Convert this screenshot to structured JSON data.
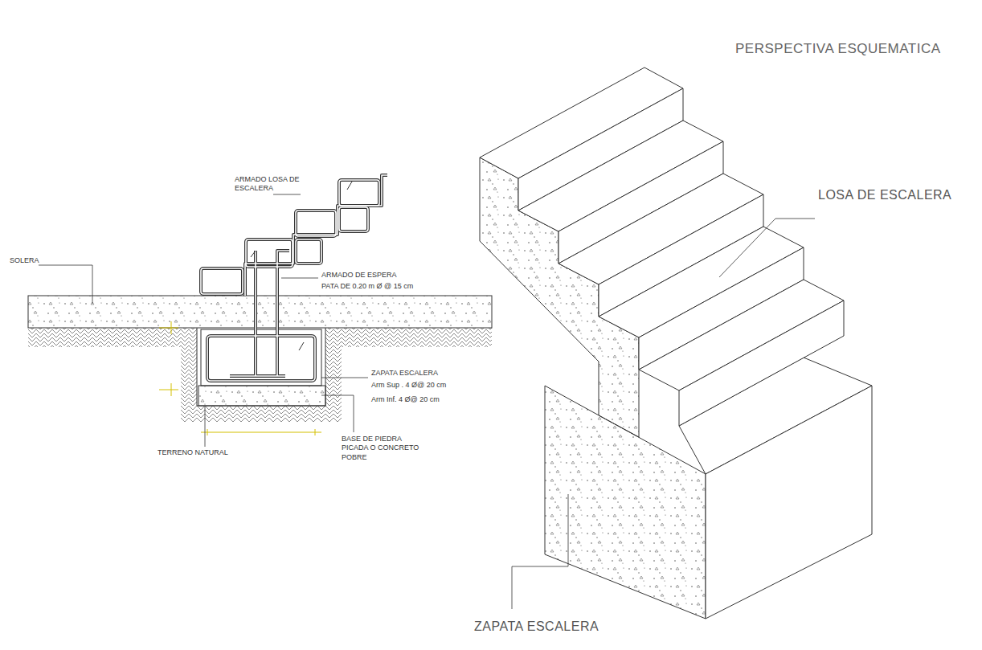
{
  "diagram": {
    "title": "PERSPECTIVA ESQUEMATICA",
    "labels": [
      "ARMADO LOSA DE ESCALERA",
      "SOLERA",
      "ARMADO DE ESPERA",
      "PATA DE 0.20 m Ø @ 15 cm",
      "ZAPATA ESCALERA",
      "Arm Sup . 4 Ø@ 20 cm",
      "Arm Inf. 4 Ø@ 20 cm",
      "TERRENO NATURAL",
      "BASE DE PIEDRA PICADA O CONCRETO POBRE",
      "LOSA DE ESCALERA",
      "ZAPATA ESCALERA"
    ]
  }
}
